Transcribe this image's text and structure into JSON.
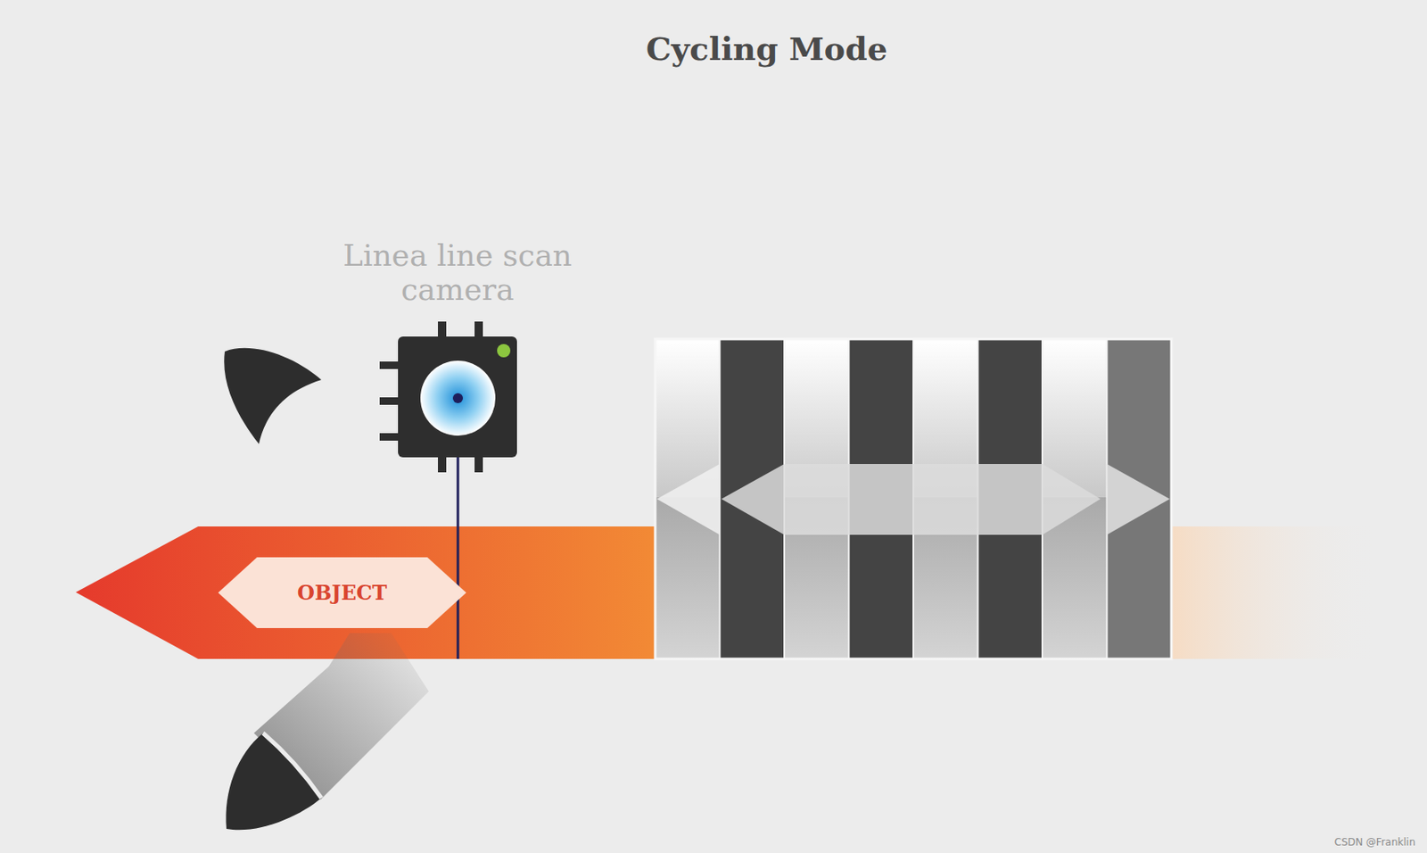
{
  "diagram": {
    "title": "Cycling Mode",
    "nodes": [
      {
        "text": [
          "Linea line scan camera"
        ]
      },
      {
        "text": [
          "OBJECT"
        ]
      }
    ],
    "labels": [
      "CSDN @Franklin"
    ]
  }
}
